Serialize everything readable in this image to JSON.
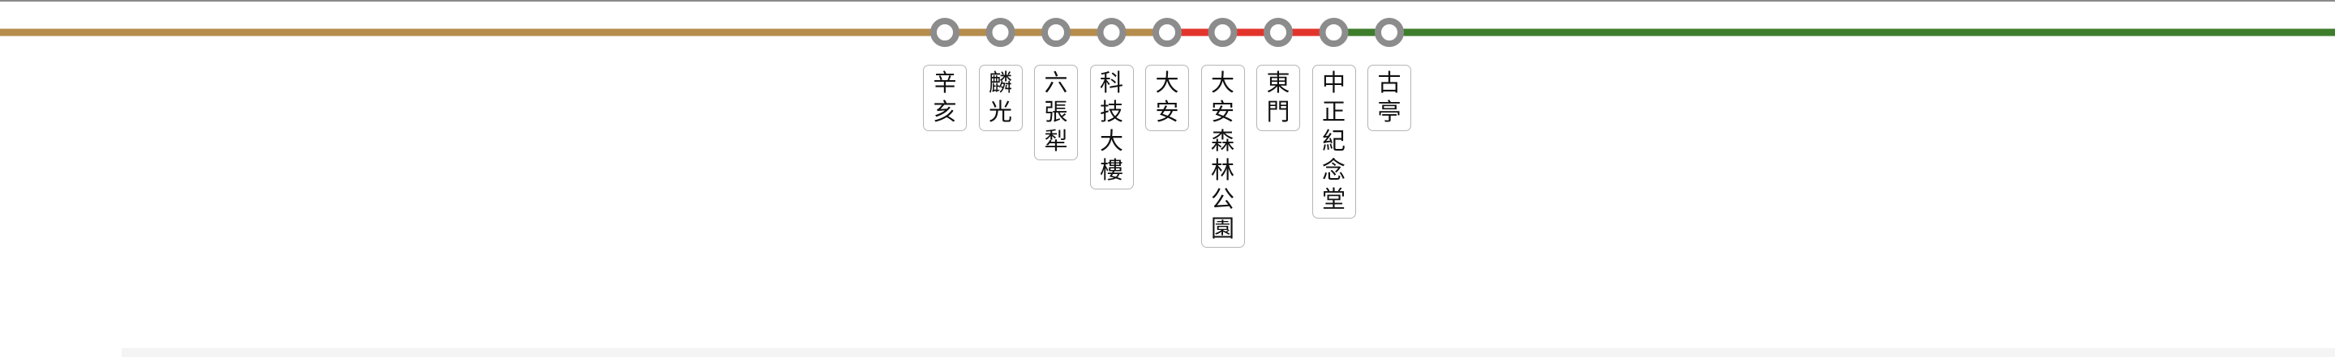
{
  "colors": {
    "brown_line": "#B68D4C",
    "red_line": "#E3342C",
    "green_line": "#3E7D2B",
    "station_ring": "#8C8C8C",
    "station_fill": "#FFFFFF"
  },
  "line_segments": [
    {
      "from": "west-edge",
      "to": "辛亥",
      "color": "brown_line"
    },
    {
      "from": "辛亥",
      "to": "麟光",
      "color": "brown_line"
    },
    {
      "from": "麟光",
      "to": "六張犁",
      "color": "brown_line"
    },
    {
      "from": "六張犁",
      "to": "科技大樓",
      "color": "brown_line"
    },
    {
      "from": "科技大樓",
      "to": "大安",
      "color": "brown_line"
    },
    {
      "from": "大安",
      "to": "大安森林公園",
      "color": "red_line"
    },
    {
      "from": "大安森林公園",
      "to": "東門",
      "color": "red_line"
    },
    {
      "from": "東門",
      "to": "中正紀念堂",
      "color": "red_line"
    },
    {
      "from": "中正紀念堂",
      "to": "古亭",
      "color": "green_line"
    },
    {
      "from": "古亭",
      "to": "east-edge",
      "color": "green_line"
    }
  ],
  "stations": [
    {
      "id": "xinhai",
      "name": "辛亥"
    },
    {
      "id": "linguang",
      "name": "麟光"
    },
    {
      "id": "liuzhangli",
      "name": "六張犁"
    },
    {
      "id": "technology-building",
      "name": "科技大樓"
    },
    {
      "id": "daan",
      "name": "大安"
    },
    {
      "id": "daan-park",
      "name": "大安森林公園"
    },
    {
      "id": "dongmen",
      "name": "東門"
    },
    {
      "id": "cks-memorial-hall",
      "name": "中正紀念堂"
    },
    {
      "id": "guting",
      "name": "古亭"
    }
  ]
}
